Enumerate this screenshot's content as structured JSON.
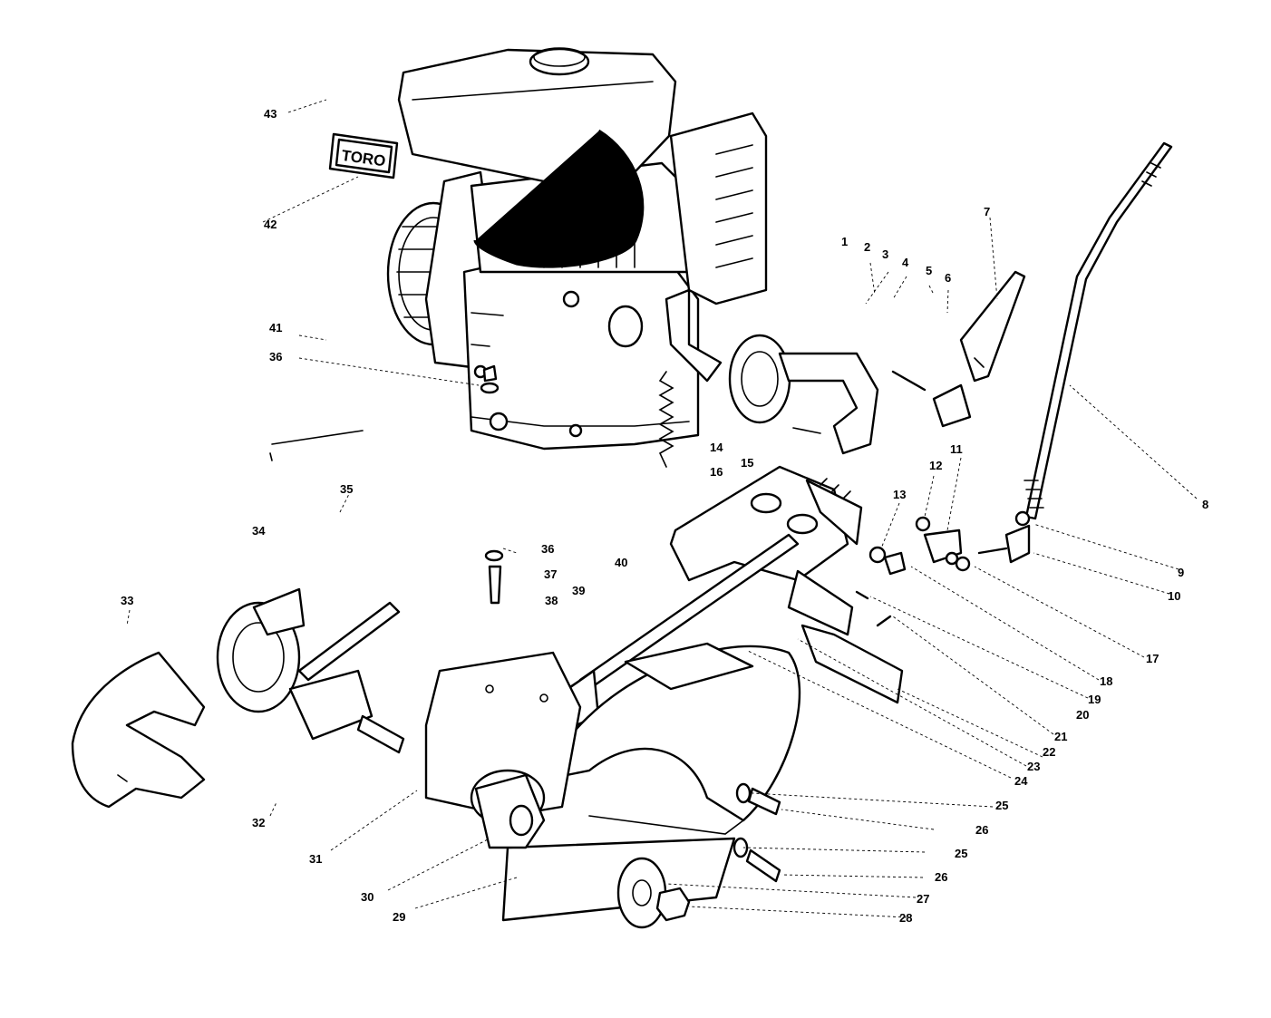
{
  "diagram": {
    "logo_text": "TORO",
    "callouts": [
      "1",
      "2",
      "3",
      "4",
      "5",
      "6",
      "7",
      "8",
      "9",
      "10",
      "11",
      "12",
      "13",
      "14",
      "15",
      "16",
      "17",
      "18",
      "19",
      "20",
      "21",
      "22",
      "23",
      "24",
      "25",
      "25",
      "26",
      "26",
      "27",
      "28",
      "29",
      "30",
      "31",
      "32",
      "33",
      "34",
      "35",
      "36",
      "36",
      "37",
      "38",
      "39",
      "40",
      "41",
      "42",
      "43"
    ],
    "colors": {
      "ink": "#000000",
      "paper": "#ffffff"
    }
  }
}
